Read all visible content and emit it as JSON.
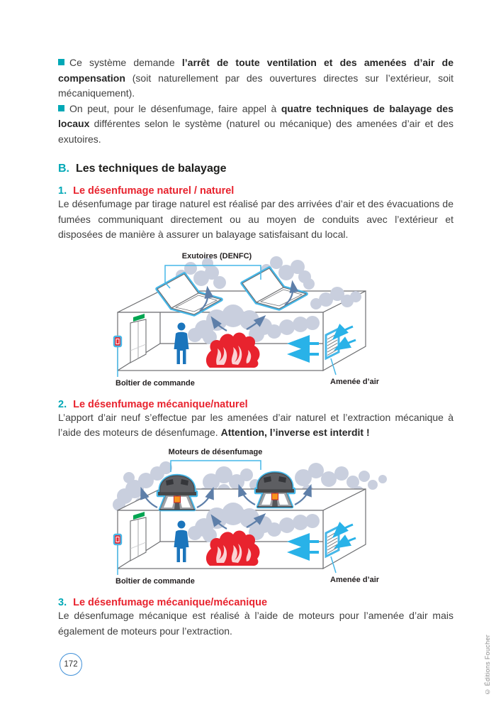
{
  "page": {
    "number": "172",
    "copyright": "© Éditions Foucher"
  },
  "colors": {
    "teal_accent": "#00a8b6",
    "heading_red": "#e8232e",
    "diagram_cyan": "#45b7e8",
    "smoke_gray": "#c9cfde",
    "smoke_arrow_blue": "#5e7fa9",
    "fire_red": "#e8232e",
    "person_blue": "#1b75bc",
    "exit_sign_green": "#00a551",
    "badge_blue": "#4090d8"
  },
  "intro": {
    "bullets": [
      {
        "pre": "Ce système demande ",
        "bold": "l’arrêt de toute ventilation et des amenées d’air de compensation",
        "post": " (soit naturellement par des ouvertures directes sur l’extérieur, soit mécaniquement)."
      },
      {
        "pre": "On peut, pour le désenfumage, faire appel à ",
        "bold": "quatre techniques de balayage des locaux",
        "post": " différentes selon le système (naturel ou mécanique) des amenées d’air et des exutoires."
      }
    ]
  },
  "section_b": {
    "letter": "B.",
    "title": "Les techniques de balayage"
  },
  "sub1": {
    "num": "1.",
    "title": "Le désenfumage naturel / naturel",
    "body": "Le désenfumage par tirage naturel est réalisé par des arrivées d’air et des évacuations de fumées communiquant directement ou au moyen de conduits avec l’extérieur et disposées de manière à assurer un balayage satisfaisant du local."
  },
  "diagram1": {
    "top_label": "Exutoires (DENFC)",
    "left_label": "Boîtier de commande",
    "right_label": "Amenée d’air"
  },
  "sub2": {
    "num": "2.",
    "title": "Le désenfumage mécanique/naturel",
    "body_pre": "L’apport d’air neuf s’effectue par les amenées d’air naturel et l’extraction mécanique à l’aide des moteurs de désenfumage. ",
    "body_bold": "Attention, l’inverse est interdit !"
  },
  "diagram2": {
    "top_label": "Moteurs de désenfumage",
    "left_label": "Boîtier de commande",
    "right_label": "Amenée d’air"
  },
  "sub3": {
    "num": "3.",
    "title": "Le désenfumage mécanique/mécanique",
    "body": "Le désenfumage mécanique est réalisé à l’aide de moteurs pour l’amenée d’air mais également de moteurs pour l’extraction."
  }
}
